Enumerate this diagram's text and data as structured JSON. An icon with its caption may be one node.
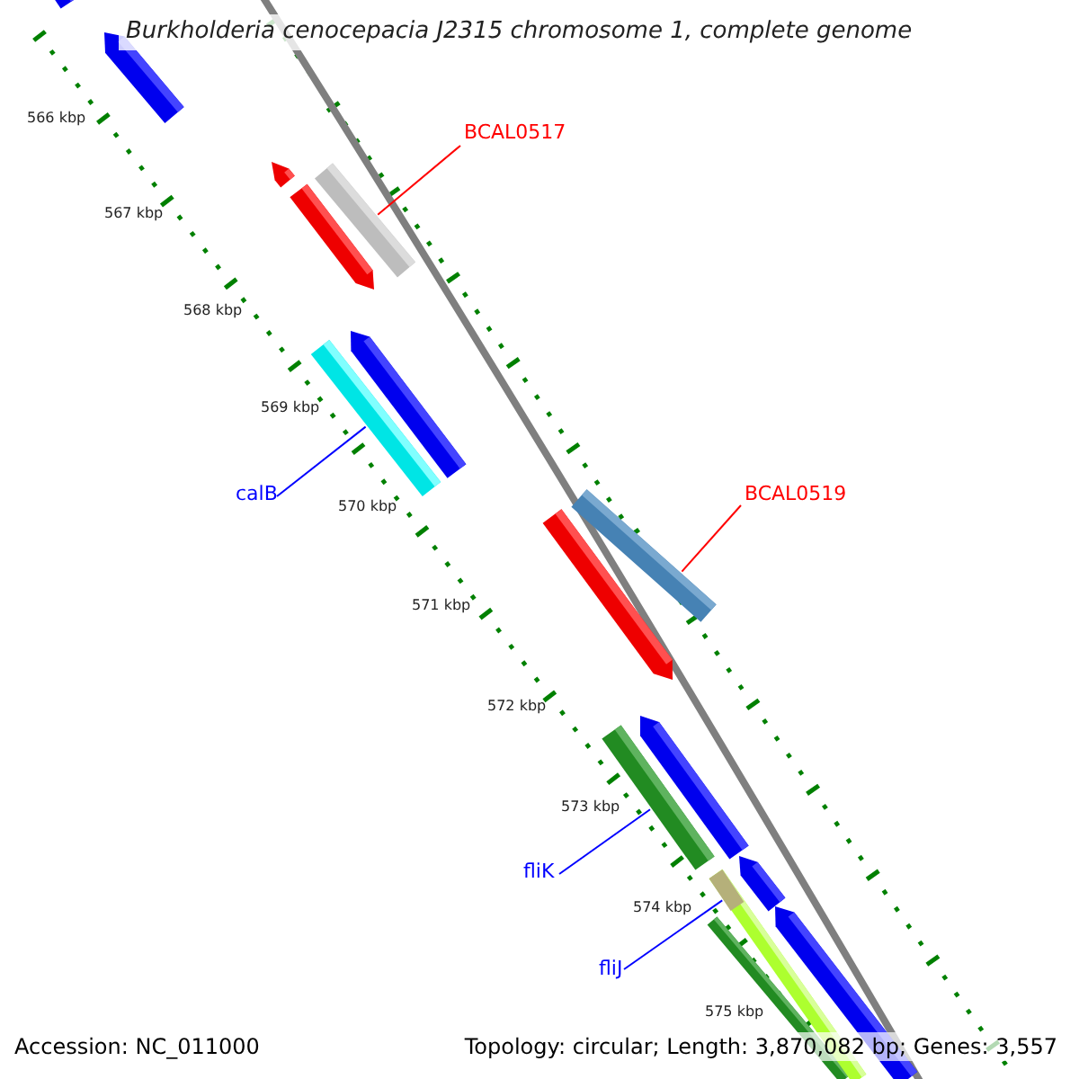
{
  "diagram": {
    "title": "Burkholderia cenocepacia J2315 chromosome 1, complete genome",
    "nodes": [
      {
        "text": [
          "BCAL0517"
        ]
      },
      {
        "text": [],
        "shape": "bar"
      },
      {
        "text": [
          "calB"
        ]
      },
      {
        "text": [],
        "shape": "bar"
      },
      {
        "text": [
          "BCAL0519"
        ]
      },
      {
        "text": [],
        "shape": "bar"
      },
      {
        "text": [
          "fliK"
        ]
      },
      {
        "text": [],
        "shape": "bar"
      },
      {
        "text": [
          "fliJ"
        ]
      },
      {
        "text": [],
        "shape": "bar"
      }
    ],
    "edges": [
      {
        "from": 0,
        "to": 1,
        "arrow": "none",
        "color": "#ff0000"
      },
      {
        "from": 2,
        "to": 3,
        "arrow": "none"
      },
      {
        "from": 4,
        "to": 5,
        "arrow": "none",
        "color": "#ff0000"
      },
      {
        "from": 6,
        "to": 7,
        "arrow": "none"
      },
      {
        "from": 8,
        "to": 9,
        "arrow": "none"
      }
    ],
    "labels": [
      "566 kbp",
      "567 kbp",
      "568 kbp",
      "569 kbp",
      "570 kbp",
      "571 kbp",
      "572 kbp",
      "573 kbp",
      "574 kbp",
      "575 kbp",
      "Accession: NC_011000",
      "Topology: circular; Length: 3,870,082 bp; Genes: 3,557"
    ]
  }
}
